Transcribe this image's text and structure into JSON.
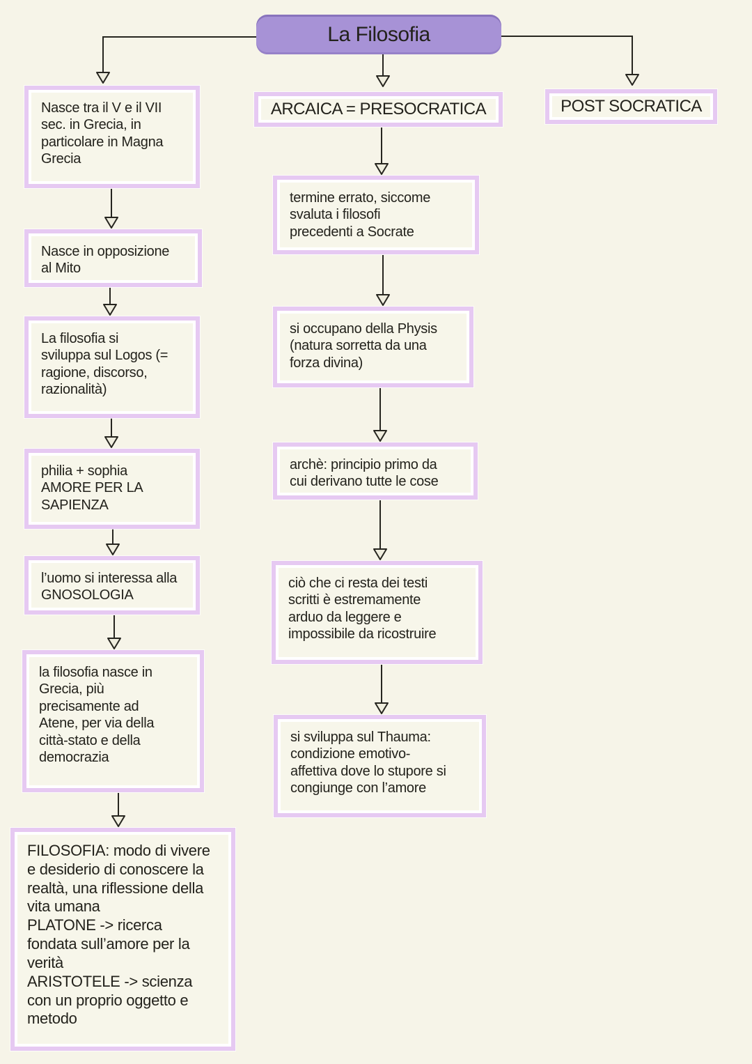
{
  "title": "La Filosofia",
  "left_boxes": [
    "Nasce tra il V e il VII\nsec. in Grecia, in\nparticolare in Magna\nGrecia",
    "Nasce in opposizione\nal Mito",
    "La filosofia si\nsviluppa sul Logos (=\nragione, discorso,\nrazionalità)",
    "philia + sophia\nAMORE PER LA\nSAPIENZA",
    "l’uomo si interessa alla\nGNOSOLOGIA",
    "la filosofia nasce in\nGrecia, più\nprecisamente ad\nAtene, per via della\ncittà-stato e della\ndemocrazia",
    "FILOSOFIA: modo di vivere\ne desiderio di conoscere la\nrealtà, una riflessione della\nvita umana\nPLATONE -> ricerca\nfondata sull’amore per la\nverità\nARISTOTELE -> scienza\ncon un proprio oggetto e\nmetodo"
  ],
  "middle_header": "ARCAICA = PRESOCRATICA",
  "middle_boxes": [
    "termine errato, siccome\nsvaluta i filosofi\nprecedenti a Socrate",
    "si occupano della Physis\n(natura sorretta da una\nforza divina)",
    "archè: principio primo da\ncui derivano tutte le cose",
    "ciò che ci resta dei testi\nscritti è estremamente\narduo da leggere e\nimpossibile da ricostruire",
    "si sviluppa sul Thauma:\ncondizione emotivo-\naffettiva dove lo stupore si\ncongiunge con l’amore"
  ],
  "right_header": "POST SOCRATICA",
  "colors": {
    "background": "#f6f4e8",
    "title_fill": "#a792d6",
    "box_border": "#e6c9f2",
    "box_inner_stripe": "#ffffff",
    "text": "#23221c",
    "arrow_stroke": "#26251f",
    "arrowhead_fill": "#efedde"
  }
}
